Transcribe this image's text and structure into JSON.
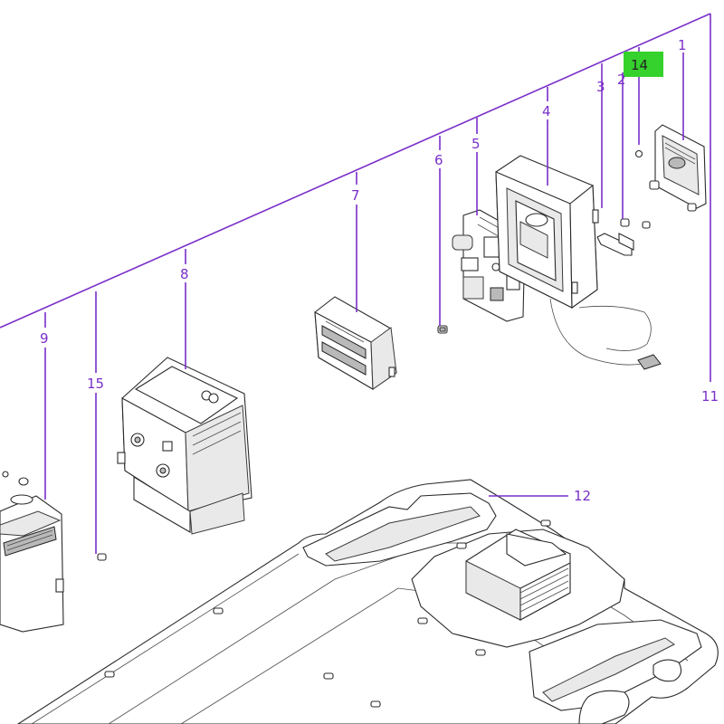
{
  "diagram": {
    "callouts": {
      "c1": "1",
      "c2": "2",
      "c3": "3",
      "c4": "4",
      "c5": "5",
      "c6": "6",
      "c7": "7",
      "c8": "8",
      "c9": "9",
      "c11": "11",
      "c12": "12",
      "c14": "14",
      "c15": "15"
    },
    "colors": {
      "leader": "#7a2fc9",
      "highlight": "#35d12c"
    }
  }
}
